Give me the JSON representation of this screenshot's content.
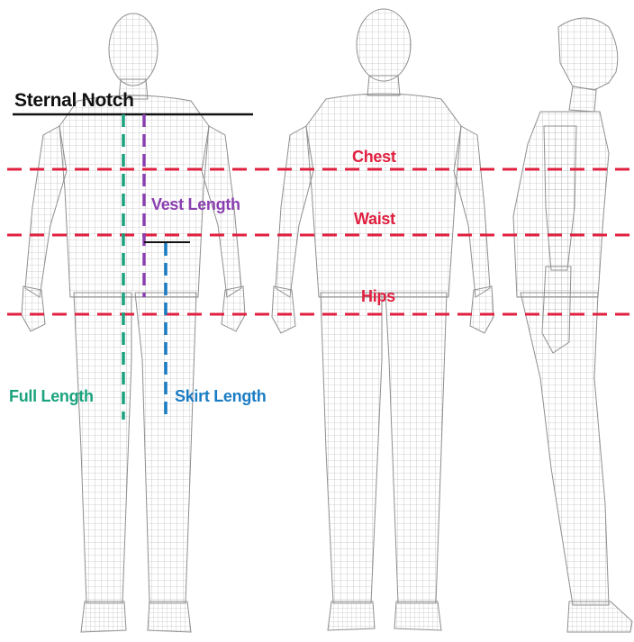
{
  "labels": {
    "sternal_notch": "Sternal Notch",
    "chest": "Chest",
    "waist": "Waist",
    "hips": "Hips",
    "vest_length": "Vest Length",
    "full_length": "Full Length",
    "skirt_length": "Skirt Length"
  },
  "colors": {
    "circumference": "#e0203f",
    "vest_length": "#8a3fb0",
    "full_length": "#1aa37e",
    "skirt_length": "#1a7cc4",
    "sternal_notch": "#111111",
    "mesh": "#9a9a9a"
  },
  "figures": [
    "front-view",
    "back-view",
    "side-view"
  ]
}
